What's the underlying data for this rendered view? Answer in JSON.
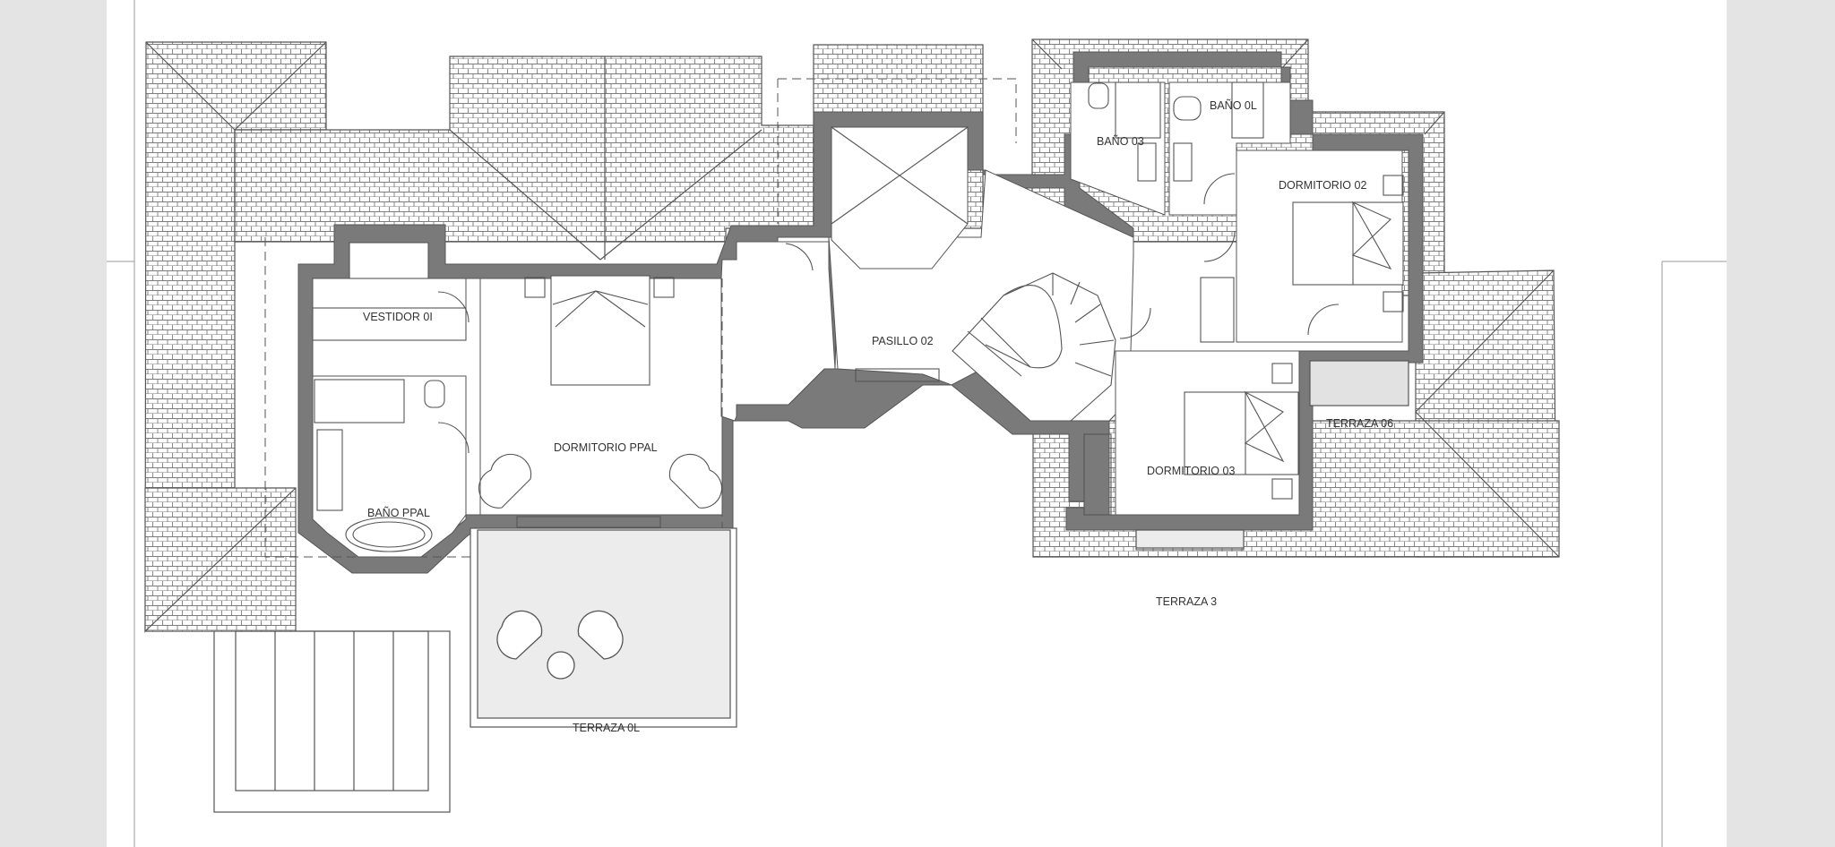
{
  "viewer": {
    "background": "#e4e4e4",
    "sheet_color": "#ffffff"
  },
  "plan": {
    "colors": {
      "wall": "#7a7a7a",
      "line": "#555555",
      "tile": "#7d7d7d",
      "terrace_fill": "#ececec"
    },
    "rooms": {
      "vestidor_01": "VESTIDOR 0I",
      "bano_ppal": "BAÑO PPAL",
      "dormitorio_ppal": "DORMITORIO PPAL",
      "pasillo_02": "PASILLO 02",
      "bano_03": "BAÑO 03",
      "bano_01": "BAÑO 0L",
      "dormitorio_02": "DORMITORIO 02",
      "dormitorio_03": "DORMITORIO 03",
      "terraza_06": "TERRAZA 06",
      "terraza_3": "TERRAZA 3",
      "terraza_01": "TERRAZA 0L"
    }
  }
}
